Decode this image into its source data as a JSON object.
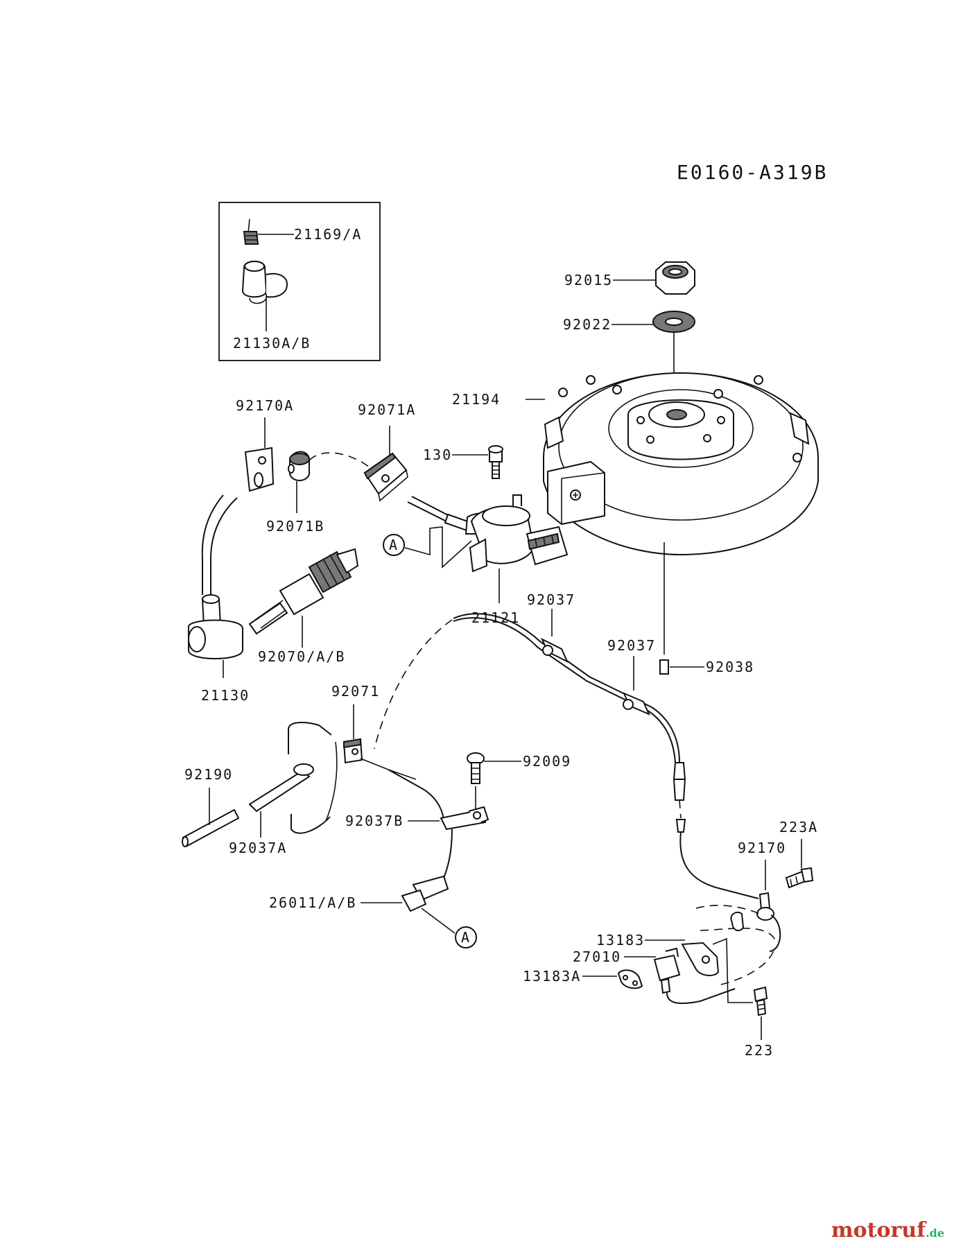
{
  "diagram_code": "E0160-A319B",
  "watermark": {
    "main": "motoruf",
    "tld": ".de"
  },
  "part_labels": {
    "p21169A": "21169/A",
    "p21130AB": "21130A/B",
    "p92015": "92015",
    "p92022": "92022",
    "p21194": "21194",
    "p92170A": "92170A",
    "p92071A": "92071A",
    "p130": "130",
    "p92071B": "92071B",
    "p21121": "21121",
    "p92037a": "92037",
    "p92037b": "92037",
    "p92038": "92038",
    "p92070AB": "92070/A/B",
    "p21130": "21130",
    "p92071": "92071",
    "p92009": "92009",
    "p92190": "92190",
    "p92037B": "92037B",
    "p92037A": "92037A",
    "p26011AB": "26011/A/B",
    "p223A": "223A",
    "p92170": "92170",
    "p13183": "13183",
    "p27010": "27010",
    "p13183A": "13183A",
    "p223": "223"
  },
  "reference_markers": {
    "top": "A",
    "bottom": "A"
  }
}
